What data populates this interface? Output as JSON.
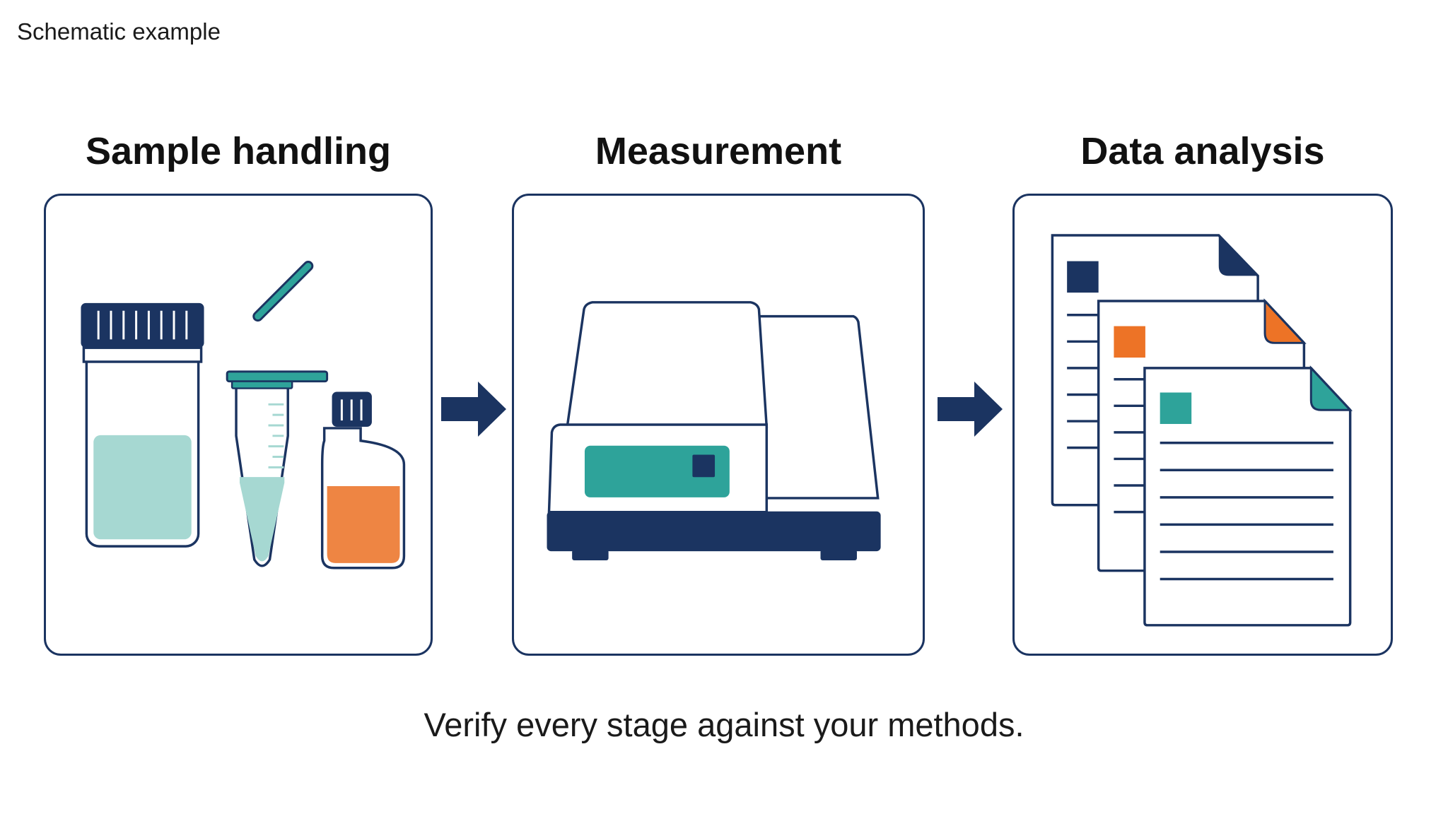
{
  "header": {
    "label": "Schematic example"
  },
  "stages": [
    {
      "title": "Sample handling"
    },
    {
      "title": "Measurement"
    },
    {
      "title": "Data analysis"
    }
  ],
  "footer": {
    "caption": "Verify every stage against your methods."
  },
  "colors": {
    "navy": "#1b3461",
    "teal": "#2ea39a",
    "light_teal": "#a6d8d2",
    "orange": "#ee8543",
    "report_orange": "#ed7326",
    "background": "#ffffff"
  },
  "icons": [
    "sample-jar-icon",
    "centrifuge-tube-icon",
    "pipette-icon",
    "sample-vial-icon",
    "analyzer-instrument-icon",
    "document-stack-icon",
    "arrow-right-icon"
  ]
}
